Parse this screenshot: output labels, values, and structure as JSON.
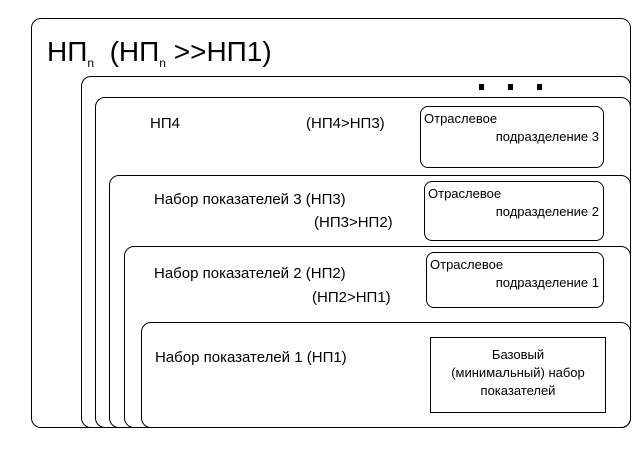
{
  "outer": {
    "title_main": "НП",
    "title_sub": "n",
    "paren_open": "(НП",
    "paren_sub": "n",
    "paren_rest": ">>НП1)"
  },
  "ellipsis": "...",
  "levels": [
    {
      "label": "НП4",
      "relation": "(НП4>НП3)",
      "unit": [
        "Отраслевое",
        "подразделение 3"
      ]
    },
    {
      "label": "Набор показателей 3 (НП3)",
      "relation": "(НП3>НП2)",
      "unit": [
        "Отраслевое",
        "подразделение 2"
      ]
    },
    {
      "label": "Набор показателей 2 (НП2)",
      "relation": "(НП2>НП1)",
      "unit": [
        "Отраслевое",
        "подразделение 1"
      ]
    },
    {
      "label": "Набор показателей 1 (НП1)",
      "base": [
        "Базовый",
        "(минимальный) набор",
        "показателей"
      ]
    }
  ]
}
